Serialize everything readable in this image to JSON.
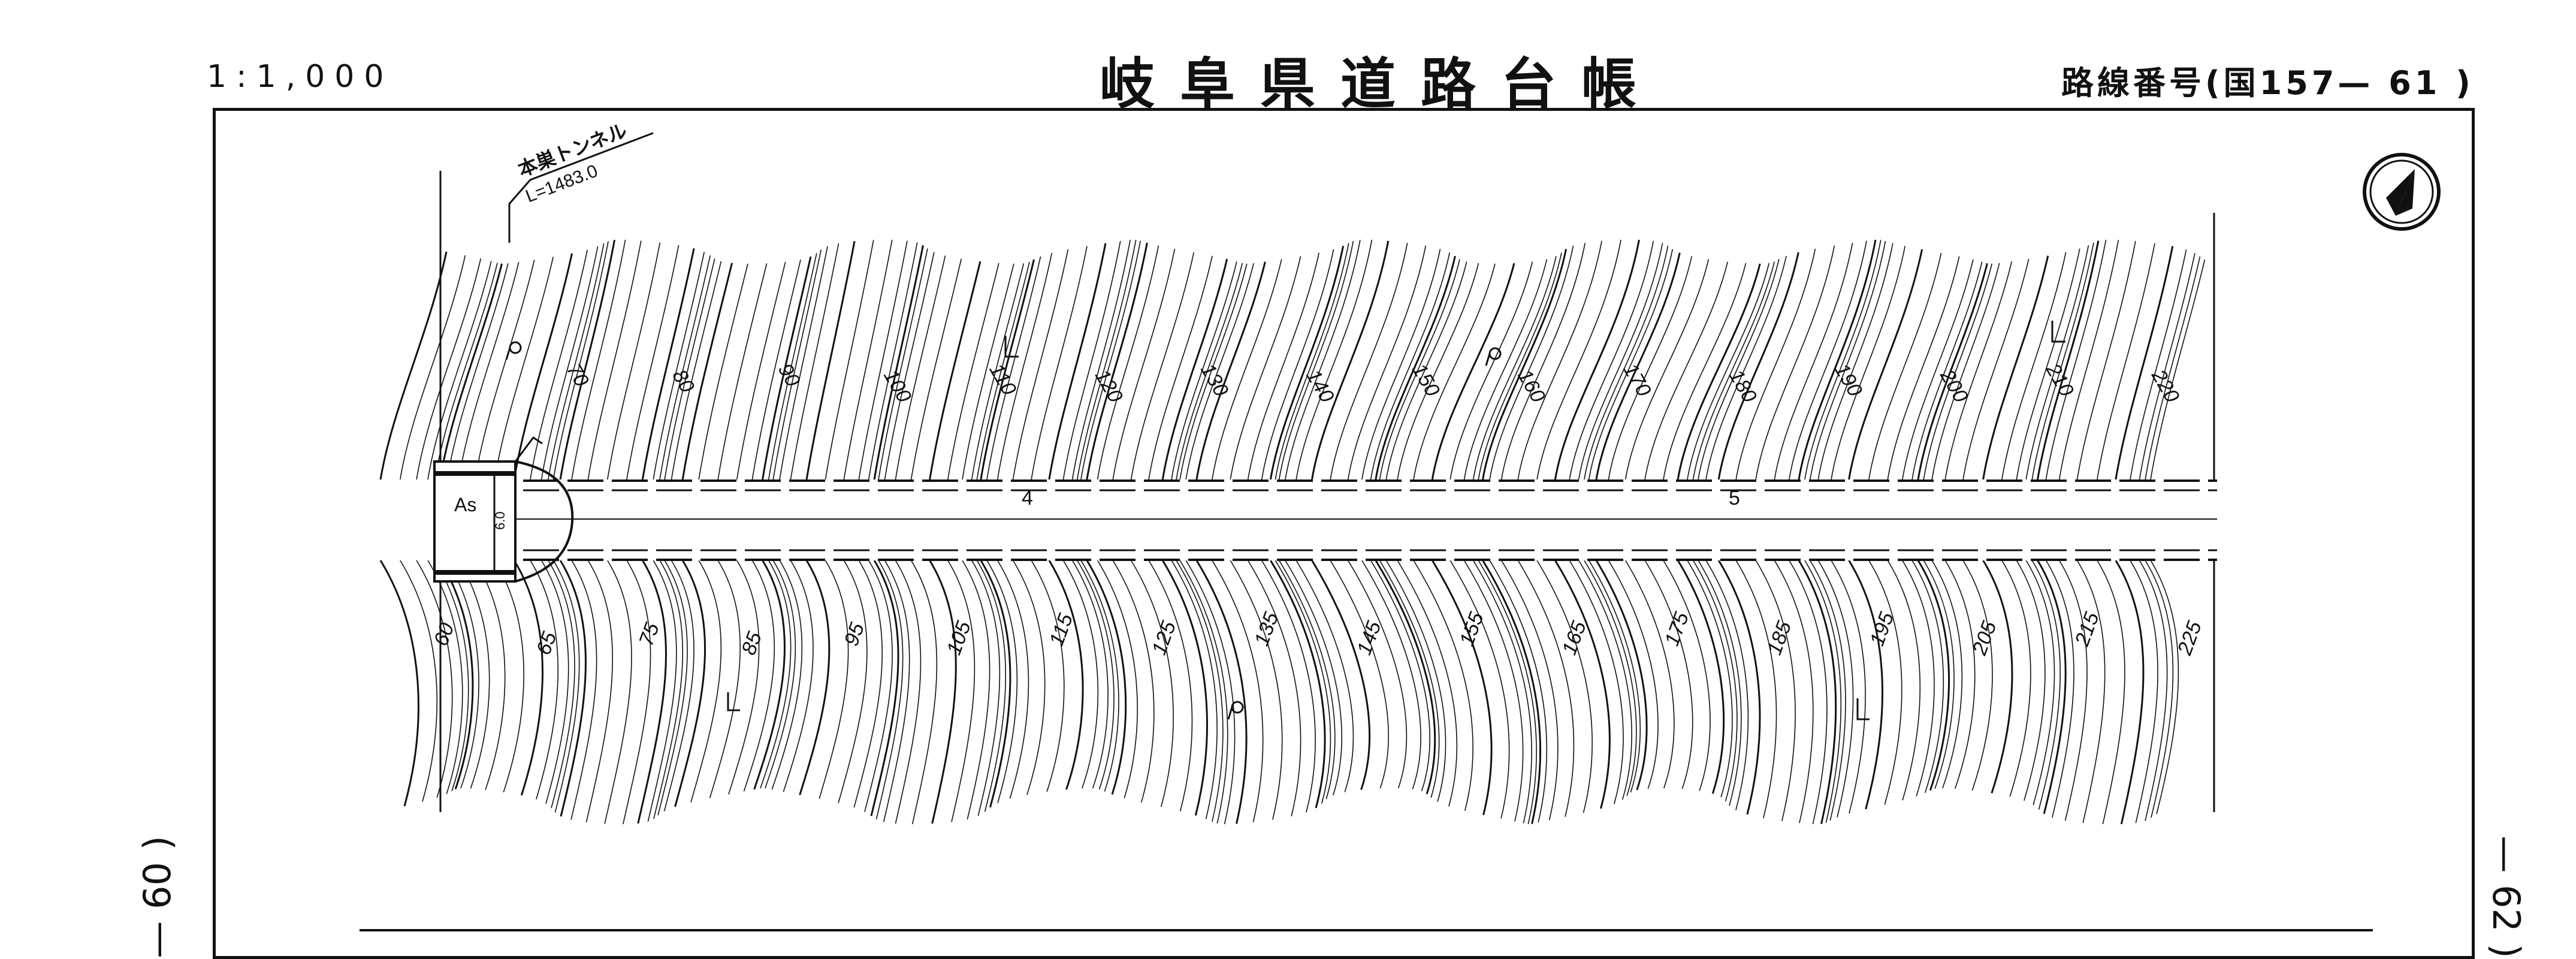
{
  "header": {
    "scale": "1:1,000",
    "title": "岐阜県道路台帳",
    "route_number": "路線番号(国157— 61 )"
  },
  "side_labels": {
    "left": "— 60 )",
    "right": "— 62 )"
  },
  "map": {
    "tunnel_name": "本巣トンネル",
    "tunnel_length": "L=1483.0",
    "surface_label": "As",
    "width_label": "6.0",
    "station_marks": [
      "4",
      "5"
    ],
    "contour_labels_upper": [
      "70",
      "80",
      "90",
      "100",
      "110",
      "120",
      "130",
      "140",
      "150",
      "160",
      "170",
      "180",
      "190",
      "200",
      "210",
      "220"
    ],
    "contour_labels_lower": [
      "60",
      "65",
      "75",
      "85",
      "95",
      "105",
      "115",
      "125",
      "135",
      "145",
      "155",
      "165",
      "175",
      "185",
      "195",
      "205",
      "215",
      "225"
    ],
    "land_symbols": [
      "畑",
      "L",
      "竹林"
    ],
    "north_arrow": "north-arrow"
  }
}
